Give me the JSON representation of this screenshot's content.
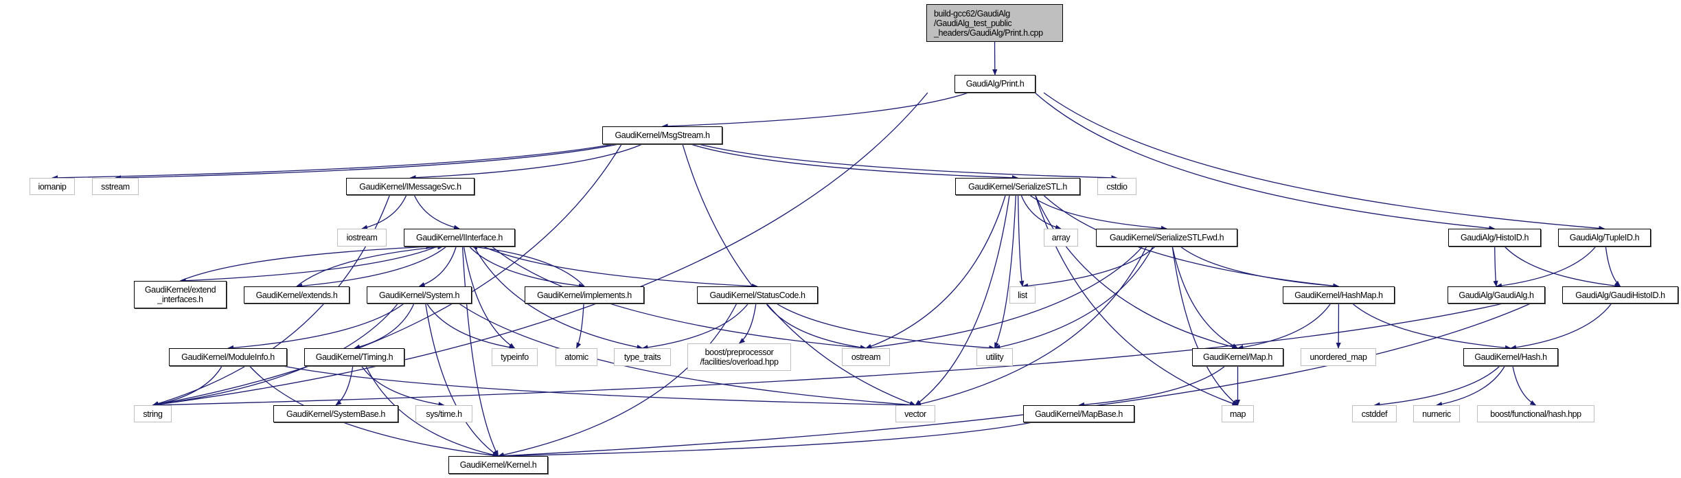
{
  "colors": {
    "edge": "#191970",
    "root_fill": "#bfbfbf",
    "external_border": "#bfbfbf",
    "documented_border": "#000000"
  },
  "nodes": [
    {
      "id": "root",
      "label": "build-gcc62/GaudiAlg\n/GaudiAlg_test_public\n_headers/GaudiAlg/Print.h.cpp",
      "kind": "root"
    },
    {
      "id": "print",
      "label": "GaudiAlg/Print.h",
      "kind": "doc"
    },
    {
      "id": "msgstream",
      "label": "GaudiKernel/MsgStream.h",
      "kind": "doc"
    },
    {
      "id": "iomanip",
      "label": "iomanip",
      "kind": "ext"
    },
    {
      "id": "sstream",
      "label": "sstream",
      "kind": "ext"
    },
    {
      "id": "imessagesvc",
      "label": "GaudiKernel/IMessageSvc.h",
      "kind": "doc"
    },
    {
      "id": "iostream",
      "label": "iostream",
      "kind": "ext"
    },
    {
      "id": "iinterface",
      "label": "GaudiKernel/IInterface.h",
      "kind": "doc"
    },
    {
      "id": "extend_interfaces",
      "label": "GaudiKernel/extend\n_interfaces.h",
      "kind": "doc"
    },
    {
      "id": "extends",
      "label": "GaudiKernel/extends.h",
      "kind": "doc"
    },
    {
      "id": "system",
      "label": "GaudiKernel/System.h",
      "kind": "doc"
    },
    {
      "id": "implements",
      "label": "GaudiKernel/implements.h",
      "kind": "doc"
    },
    {
      "id": "statuscode",
      "label": "GaudiKernel/StatusCode.h",
      "kind": "doc"
    },
    {
      "id": "moduleinfo",
      "label": "GaudiKernel/ModuleInfo.h",
      "kind": "doc"
    },
    {
      "id": "timing",
      "label": "GaudiKernel/Timing.h",
      "kind": "doc"
    },
    {
      "id": "typeinfo",
      "label": "typeinfo",
      "kind": "ext"
    },
    {
      "id": "atomic",
      "label": "atomic",
      "kind": "ext"
    },
    {
      "id": "type_traits",
      "label": "type_traits",
      "kind": "ext"
    },
    {
      "id": "boost_pp",
      "label": "boost/preprocessor\n/facilities/overload.hpp",
      "kind": "ext"
    },
    {
      "id": "string",
      "label": "string",
      "kind": "ext"
    },
    {
      "id": "systembase",
      "label": "GaudiKernel/SystemBase.h",
      "kind": "doc"
    },
    {
      "id": "systime",
      "label": "sys/time.h",
      "kind": "ext"
    },
    {
      "id": "kernel",
      "label": "GaudiKernel/Kernel.h",
      "kind": "doc"
    },
    {
      "id": "serializestl",
      "label": "GaudiKernel/SerializeSTL.h",
      "kind": "doc"
    },
    {
      "id": "cstdio",
      "label": "cstdio",
      "kind": "ext"
    },
    {
      "id": "array",
      "label": "array",
      "kind": "ext"
    },
    {
      "id": "serializestlfwd",
      "label": "GaudiKernel/SerializeSTLFwd.h",
      "kind": "doc"
    },
    {
      "id": "histoid",
      "label": "GaudiAlg/HistoID.h",
      "kind": "doc"
    },
    {
      "id": "tupleid",
      "label": "GaudiAlg/TupleID.h",
      "kind": "doc"
    },
    {
      "id": "list",
      "label": "list",
      "kind": "ext"
    },
    {
      "id": "hashmap",
      "label": "GaudiKernel/HashMap.h",
      "kind": "doc"
    },
    {
      "id": "gaudialg",
      "label": "GaudiAlg/GaudiAlg.h",
      "kind": "doc"
    },
    {
      "id": "gaudihistoid",
      "label": "GaudiAlg/GaudiHistoID.h",
      "kind": "doc"
    },
    {
      "id": "ostream",
      "label": "ostream",
      "kind": "ext"
    },
    {
      "id": "utility",
      "label": "utility",
      "kind": "ext"
    },
    {
      "id": "map_h",
      "label": "GaudiKernel/Map.h",
      "kind": "doc"
    },
    {
      "id": "unordered_map",
      "label": "unordered_map",
      "kind": "ext"
    },
    {
      "id": "hash",
      "label": "GaudiKernel/Hash.h",
      "kind": "doc"
    },
    {
      "id": "vector",
      "label": "vector",
      "kind": "ext"
    },
    {
      "id": "mapbase",
      "label": "GaudiKernel/MapBase.h",
      "kind": "doc"
    },
    {
      "id": "map",
      "label": "map",
      "kind": "ext"
    },
    {
      "id": "cstddef",
      "label": "cstddef",
      "kind": "ext"
    },
    {
      "id": "numeric",
      "label": "numeric",
      "kind": "ext"
    },
    {
      "id": "boost_hash",
      "label": "boost/functional/hash.hpp",
      "kind": "ext"
    }
  ],
  "edges": [
    [
      "root",
      "print"
    ],
    [
      "print",
      "string"
    ],
    [
      "print",
      "msgstream"
    ],
    [
      "print",
      "histoid"
    ],
    [
      "print",
      "tupleid"
    ],
    [
      "msgstream",
      "iomanip"
    ],
    [
      "msgstream",
      "sstream"
    ],
    [
      "msgstream",
      "string"
    ],
    [
      "msgstream",
      "imessagesvc"
    ],
    [
      "msgstream",
      "vector"
    ],
    [
      "msgstream",
      "serializestl"
    ],
    [
      "msgstream",
      "cstdio"
    ],
    [
      "imessagesvc",
      "iostream"
    ],
    [
      "imessagesvc",
      "iinterface"
    ],
    [
      "imessagesvc",
      "string"
    ],
    [
      "iinterface",
      "extend_interfaces"
    ],
    [
      "iinterface",
      "extends"
    ],
    [
      "iinterface",
      "system"
    ],
    [
      "iinterface",
      "typeinfo"
    ],
    [
      "iinterface",
      "implements"
    ],
    [
      "iinterface",
      "type_traits"
    ],
    [
      "iinterface",
      "statuscode"
    ],
    [
      "iinterface",
      "ostream"
    ],
    [
      "iinterface",
      "kernel"
    ],
    [
      "extend_interfaces",
      "iinterface"
    ],
    [
      "extends",
      "iinterface"
    ],
    [
      "implements",
      "iinterface"
    ],
    [
      "implements",
      "atomic"
    ],
    [
      "system",
      "string"
    ],
    [
      "system",
      "moduleinfo"
    ],
    [
      "system",
      "timing"
    ],
    [
      "system",
      "typeinfo"
    ],
    [
      "system",
      "kernel"
    ],
    [
      "system",
      "vector"
    ],
    [
      "moduleinfo",
      "string"
    ],
    [
      "moduleinfo",
      "kernel"
    ],
    [
      "moduleinfo",
      "vector"
    ],
    [
      "timing",
      "systembase"
    ],
    [
      "timing",
      "systime"
    ],
    [
      "timing",
      "kernel"
    ],
    [
      "statuscode",
      "type_traits"
    ],
    [
      "statuscode",
      "boost_pp"
    ],
    [
      "statuscode",
      "ostream"
    ],
    [
      "statuscode",
      "utility"
    ],
    [
      "statuscode",
      "kernel"
    ],
    [
      "serializestl",
      "ostream"
    ],
    [
      "serializestl",
      "vector"
    ],
    [
      "serializestl",
      "list"
    ],
    [
      "serializestl",
      "utility"
    ],
    [
      "serializestl",
      "array"
    ],
    [
      "serializestl",
      "serializestlfwd"
    ],
    [
      "serializestl",
      "map_h"
    ],
    [
      "serializestl",
      "hashmap"
    ],
    [
      "serializestl",
      "map"
    ],
    [
      "serializestlfwd",
      "list"
    ],
    [
      "serializestlfwd",
      "ostream"
    ],
    [
      "serializestlfwd",
      "utility"
    ],
    [
      "serializestlfwd",
      "vector"
    ],
    [
      "serializestlfwd",
      "map_h"
    ],
    [
      "serializestlfwd",
      "hashmap"
    ],
    [
      "serializestlfwd",
      "map"
    ],
    [
      "hashmap",
      "map_h"
    ],
    [
      "hashmap",
      "unordered_map"
    ],
    [
      "hashmap",
      "hash"
    ],
    [
      "map_h",
      "mapbase"
    ],
    [
      "map_h",
      "map"
    ],
    [
      "mapbase",
      "kernel"
    ],
    [
      "histoid",
      "gaudialg"
    ],
    [
      "histoid",
      "gaudihistoid"
    ],
    [
      "tupleid",
      "gaudialg"
    ],
    [
      "tupleid",
      "gaudihistoid"
    ],
    [
      "gaudihistoid",
      "string"
    ],
    [
      "gaudihistoid",
      "hash"
    ],
    [
      "gaudihistoid",
      "kernel"
    ],
    [
      "hash",
      "cstddef"
    ],
    [
      "hash",
      "numeric"
    ],
    [
      "hash",
      "boost_hash"
    ]
  ]
}
